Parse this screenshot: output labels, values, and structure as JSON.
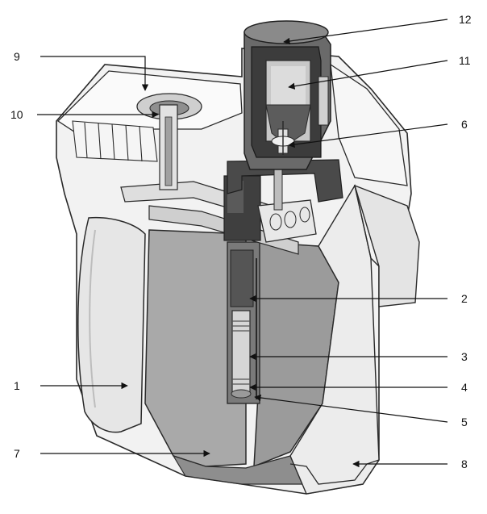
{
  "diagram": {
    "callouts": [
      {
        "id": "c1",
        "label": "1"
      },
      {
        "id": "c2",
        "label": "2"
      },
      {
        "id": "c3",
        "label": "3"
      },
      {
        "id": "c4",
        "label": "4"
      },
      {
        "id": "c5",
        "label": "5"
      },
      {
        "id": "c6",
        "label": "6"
      },
      {
        "id": "c7",
        "label": "7"
      },
      {
        "id": "c8",
        "label": "8"
      },
      {
        "id": "c9",
        "label": "9"
      },
      {
        "id": "c10",
        "label": "10"
      },
      {
        "id": "c11",
        "label": "11"
      },
      {
        "id": "c12",
        "label": "12"
      }
    ],
    "colors": {
      "outline": "#2a2a2a",
      "housing": "#f2f2f2",
      "housing_shade": "#d9d9d9",
      "tank": "#a9a9a9",
      "tank_dark": "#8e8e8e",
      "cap": "#6a6a6a",
      "cap_dark": "#3c3c3c",
      "window": "#c8c8c8",
      "bottle": "#e6e6e6"
    }
  }
}
